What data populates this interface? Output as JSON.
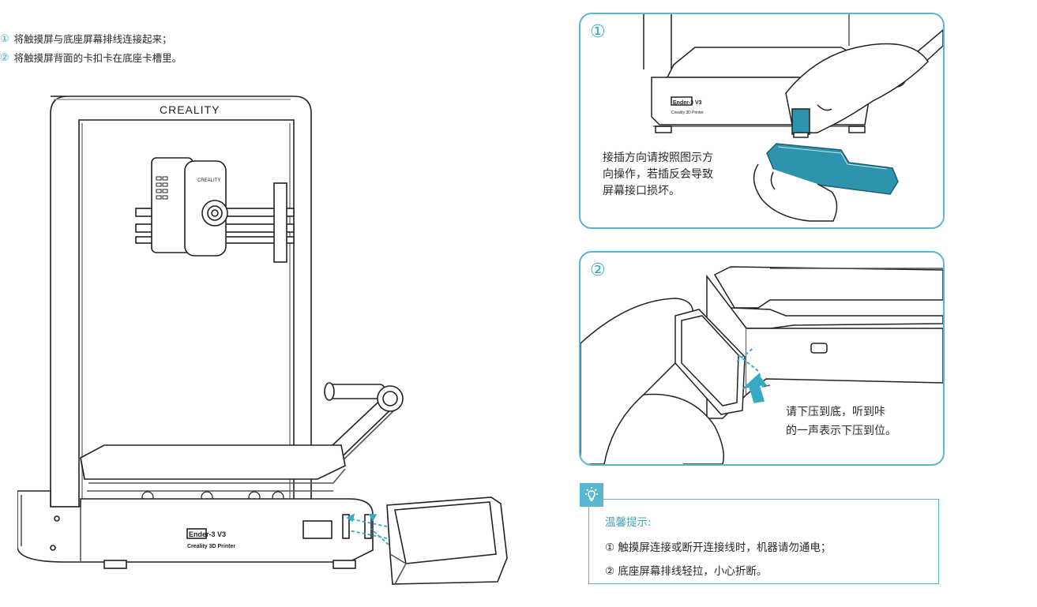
{
  "steps": [
    {
      "num": "①",
      "text": "将触摸屏与底座屏幕排线连接起来；"
    },
    {
      "num": "②",
      "text": "将触摸屏背面的卡扣卡在底座卡槽里。"
    }
  ],
  "printer": {
    "brand": "CREALITY",
    "model": "Ender-3 V3",
    "model_sub": "Creality 3D Printer"
  },
  "panel1": {
    "num": "①",
    "note_lines": [
      "接插方向请按照图示方",
      "向操作，若插反会导致",
      "屏幕接口损坏。"
    ]
  },
  "panel2": {
    "num": "②",
    "note_lines": [
      "请下压到底，听到咔",
      "的一声表示下压到位。"
    ]
  },
  "tip": {
    "title": "温馨提示:",
    "lines": [
      "① 触摸屏连接或断开连接线时，机器请勿通电；",
      "② 底座屏幕排线轻拉，小心折断。"
    ]
  },
  "colors": {
    "accent": "#36a9c7",
    "border": "#5bb7cf",
    "part": "#2e93ad"
  },
  "icons": {
    "tip": "lightbulb-icon"
  }
}
